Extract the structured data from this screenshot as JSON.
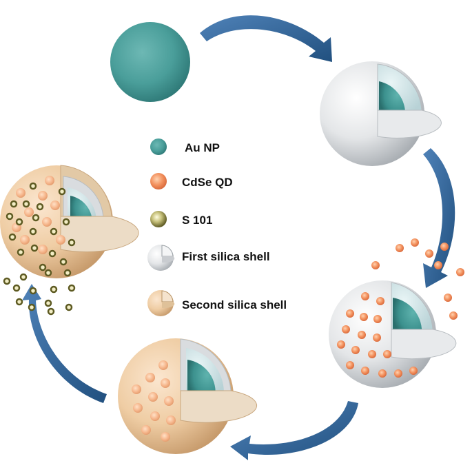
{
  "legend": {
    "au_np": "Au NP",
    "cdse_qd": "CdSe QD",
    "s101": "S 101",
    "first_shell": "First silica shell",
    "second_shell": "Second silica shell"
  },
  "colors": {
    "au_core": "#3f9996",
    "cdse_dot": "#f08a55",
    "s101_ring": "#5d5a22",
    "first_shell": "#d9dcdf",
    "second_shell": "#efc99c",
    "arrow": "#2b5d93"
  },
  "icons": {
    "arrow": "curved-arrow-icon",
    "au_np": "teal-sphere-icon",
    "cdse_qd": "orange-dot-icon",
    "s101": "olive-ring-icon",
    "first_shell": "gray-cutaway-sphere-icon",
    "second_shell": "tan-cutaway-sphere-icon"
  }
}
